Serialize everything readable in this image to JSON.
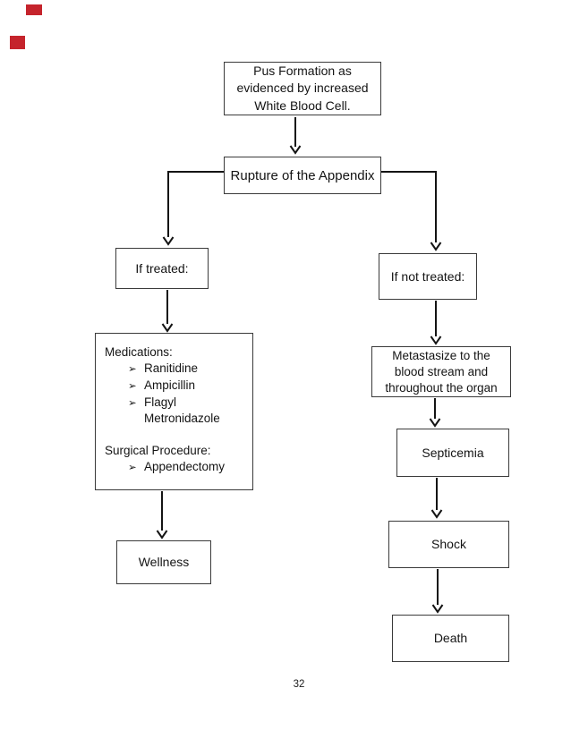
{
  "page": {
    "number": "32"
  },
  "flowchart": {
    "bullet_glyph": "➢",
    "nodes": {
      "pus_formation": {
        "label": "Pus Formation as\nevidenced by increased\nWhite Blood Cell."
      },
      "rupture": {
        "label": "Rupture of the Appendix"
      },
      "if_treated": {
        "label": "If treated:"
      },
      "if_not_treated": {
        "label": "If not treated:"
      },
      "medications": {
        "heading": "Medications:",
        "items": [
          "Ranitidine",
          "Ampicillin",
          "Flagyl\nMetronidazole"
        ],
        "surgical_heading": "Surgical Procedure:",
        "surgical_items": [
          "Appendectomy"
        ]
      },
      "metastasize": {
        "label": "Metastasize to the\nblood stream and\nthroughout the organ"
      },
      "septicemia": {
        "label": "Septicemia"
      },
      "shock": {
        "label": "Shock"
      },
      "death": {
        "label": "Death"
      },
      "wellness": {
        "label": "Wellness"
      }
    }
  },
  "annotations": {
    "mark_style": "background:#c5242c"
  }
}
